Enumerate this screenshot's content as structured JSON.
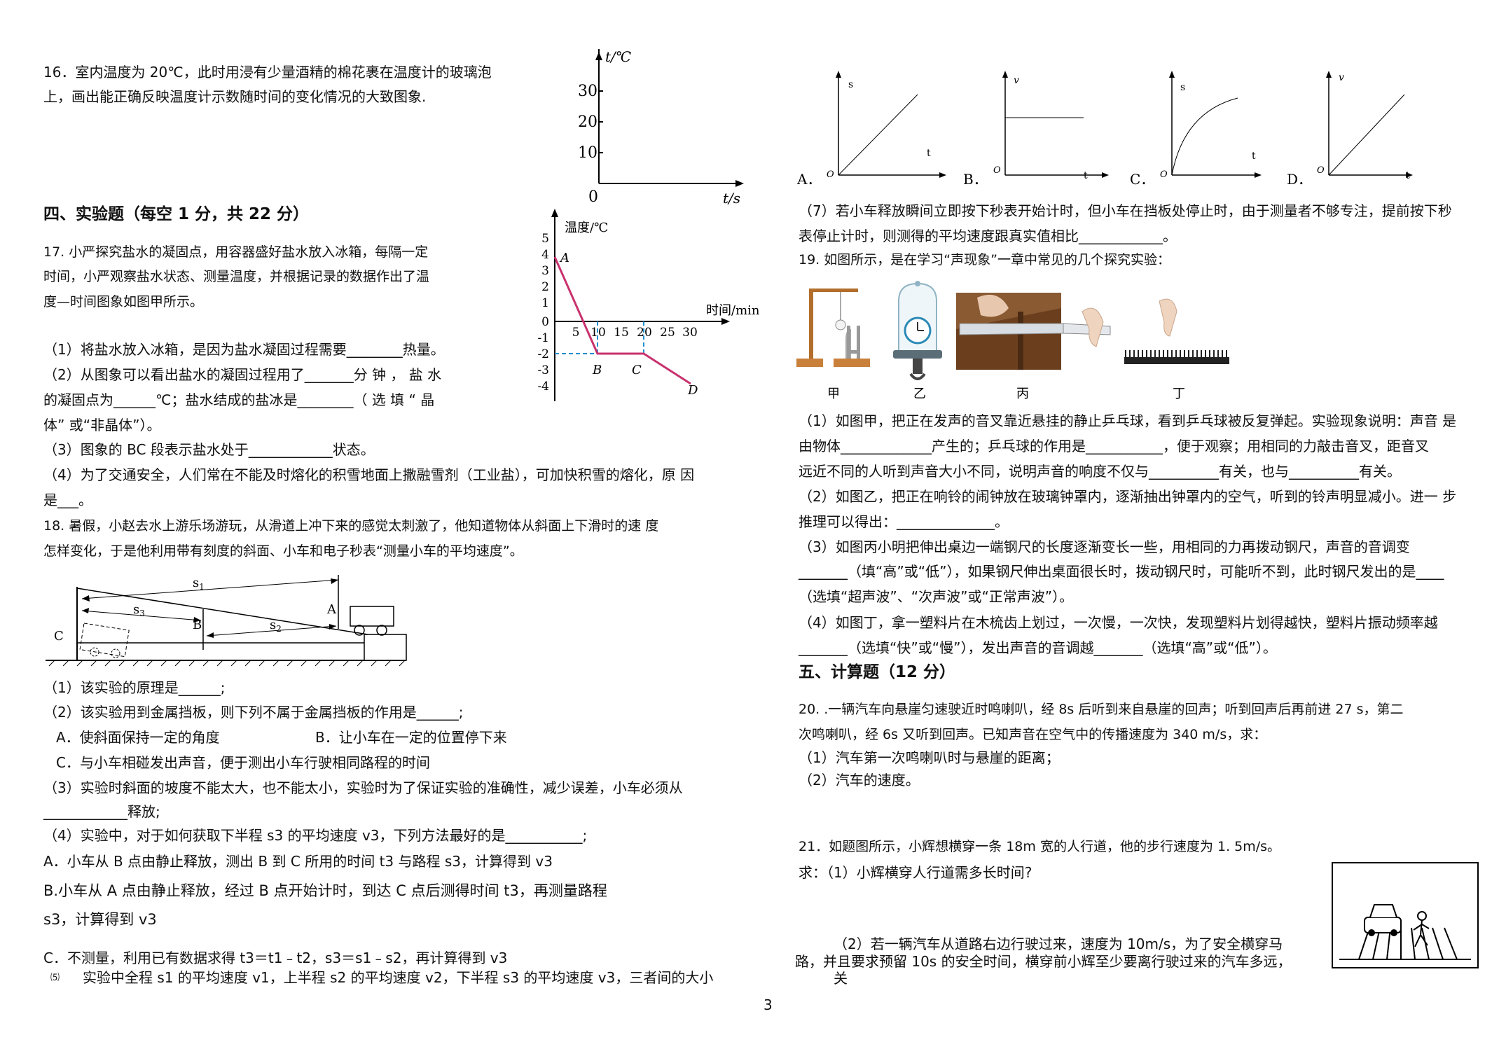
{
  "page_number": "3",
  "left": {
    "q16": {
      "l1": "16．室内温度为 20℃，此时用浸有少量酒精的棉花裹在温度计的玻璃泡",
      "l2": "上，画出能正确反映温度计示数随时间的变化情况的大致图象."
    },
    "graph16": {
      "ylabel": "t/℃",
      "xlabel": "t/s",
      "origin": "0",
      "yticks": [
        "30",
        "20",
        "10"
      ]
    },
    "sec4": "四、实验题（每空 1 分，共 22 分）",
    "q17": {
      "l1": "17.   小严探究盐水的凝固点，用容器盛好盐水放入冰箱，每隔一定",
      "l2": "时间，小严观察盐水状态、测量温度，并根据记录的数据作出了温",
      "l3": "度—时间图象如图甲所示。",
      "p1": "（1）将盐水放入冰箱，是因为盐水凝固过程需要________热量。",
      "p2a": "（2）从图象可以看出盐水的凝固过程用了_______分 钟 ， 盐 水",
      "p2b": "的凝固点为______℃；盐水结成的盐冰是________（ 选 填 “ 晶",
      "p2c": "体” 或“非晶体”）。",
      "p3": "（3）图象的 BC 段表示盐水处于____________状态。",
      "p4a": "（4）为了交通安全，人们常在不能及时熔化的积雪地面上撒融雪剂（工业盐），可加快积雪的熔化，原   因",
      "p4b": "是___。"
    },
    "graph17": {
      "ylabel": "温度/℃",
      "xlabel": "时间/min",
      "yticks": [
        "5",
        "4",
        "3",
        "2",
        "1",
        "0",
        "-1",
        "-2",
        "-3",
        "-4"
      ],
      "xticks": [
        "5",
        "10",
        "15",
        "20",
        "25",
        "30"
      ],
      "points": [
        "A",
        "B",
        "C",
        "D"
      ]
    },
    "q18": {
      "l1": "18.   暑假，小赵去水上游乐场游玩，从滑道上冲下来的感觉太刺激了，他知道物体从斜面上下滑时的速   度",
      "l2": "怎样变化，于是他利用带有刻度的斜面、小车和电子秒表“测量小车的平均速度”。",
      "fig": {
        "s1": "s",
        "s1sub": "1",
        "s2": "s",
        "s2sub": "2",
        "s3": "s",
        "s3sub": "3",
        "A": "A",
        "B": "B",
        "C": "C"
      },
      "p1": "（1）该实验的原理是______;",
      "p2": "（2）该实验用到金属挡板，则下列不属于金属挡板的作用是______;",
      "optA": "A．使斜面保持一定的角度",
      "optB": "B．让小车在一定的位置停下来",
      "optC": "C．与小车相碰发出声音，便于测出小车行驶相同路程的时间",
      "p3a": "（3）实验时斜面的坡度不能太大，也不能太小，实验时为了保证实验的准确性，减少误差，小车必须从",
      "p3b": "____________释放;",
      "p4": "（4）实验中，对于如何获取下半程 s3 的平均速度 v3，下列方法最好的是___________;",
      "m1": "A．小车从 B 点由静止释放，测出 B 到 C 所用的时间 t3 与路程 s3，计算得到 v3",
      "m2a": "B.小车从 A 点由静止释放，经过 B 点开始计时，到达 C 点后测得时间 t3，再测量路程",
      "m2b": "s3，计算得到 v3",
      "m3": "C．不测量，利用已有数据求得 t3＝t1﹣t2，s3＝s1﹣s2，再计算得到 v3",
      "p5num": "⑸",
      "p5": "实验中全程 s1 的平均速度 v1，上半程 s2 的平均速度 v2，下半程 s3 的平均速度 v3，三者间的大小"
    }
  },
  "right": {
    "graphs": [
      {
        "letter": "A．",
        "y": "s",
        "x": "t",
        "o": "O"
      },
      {
        "letter": "B．",
        "y": "v",
        "x": "t",
        "o": "O"
      },
      {
        "letter": "C．",
        "y": "s",
        "x": "t",
        "o": "O"
      },
      {
        "letter": "D．",
        "y": "v",
        "x": "t",
        "o": "O"
      }
    ],
    "q18_7a": "（7）若小车释放瞬间立即按下秒表开始计时，但小车在挡板处停止时，由于测量者不够专注，提前按下秒",
    "q18_7b": "表停止计时，则测得的平均速度跟真实值相比____________。",
    "q19": {
      "l1": "19.   如图所示，是在学习“声现象”一章中常见的几个探究实验：",
      "labels": [
        "甲",
        "乙",
        "丙",
        "丁"
      ],
      "p1a": "（1）如图甲，把正在发声的音叉靠近悬挂的静止乒乓球，看到乒乓球被反复弹起。实验现象说明：声音   是",
      "p1b": "由物体_____________产生的；乒乓球的作用是___________，便于观察；用相同的力敲击音叉，距音叉",
      "p1c": "远近不同的人听到声音大小不同，说明声音的响度不仅与__________有关，也与__________有关。",
      "p2a": "（2）如图乙，把正在响铃的闹钟放在玻璃钟罩内，逐渐抽出钟罩内的空气，听到的铃声明显减小。进一   步",
      "p2b": "推理可以得出：______________。",
      "p3a": "（3）如图丙小明把伸出桌边一端钢尺的长度逐渐变长一些，用相同的力再拨动钢尺，声音的音调变",
      "p3b": "_______（填“高”或“低”），如果钢尺伸出桌面很长时，拨动钢尺时，可能听不到，此时钢尺发出的是____",
      "p3c": "（选填“超声波”、“次声波”或“正常声波”）。",
      "p4a": "（4）如图丁，拿一塑料片在木梳齿上划过，一次慢，一次快，发现塑料片划得越快，塑料片振动频率越",
      "p4b": "_______（选填“快”或“慢”），发出声音的音调越_______（选填“高”或“低”）。"
    },
    "sec5": "五、计算题（12 分）",
    "q20": {
      "l1": "20.   .一辆汽车向悬崖匀速驶近时鸣喇叭，经 8s 后听到来自悬崖的回声；听到回声后再前进 27 s，第二",
      "l2": "次鸣喇叭，经 6s 又听到回声。已知声音在空气中的传播速度为 340 m/s，求：",
      "p1": "（1）汽车第一次鸣喇叭时与悬崖的距离；",
      "p2": "（2）汽车的速度。"
    },
    "q21": {
      "l1": "21．如题图所示，小辉想横穿一条 18m 宽的人行道，他的步行速度为 1. 5m/s。",
      "l2": "求：（1）小辉横穿人行道需多长时间?",
      "l3": "（2）若一辆汽车从道路右边行驶过来，速度为 10m/s，为了安全横穿马",
      "l4": "路，并且要求预留 10s 的安全时间，横穿前小辉至少要离行驶过来的汽车多远，",
      "l5": "关"
    }
  }
}
